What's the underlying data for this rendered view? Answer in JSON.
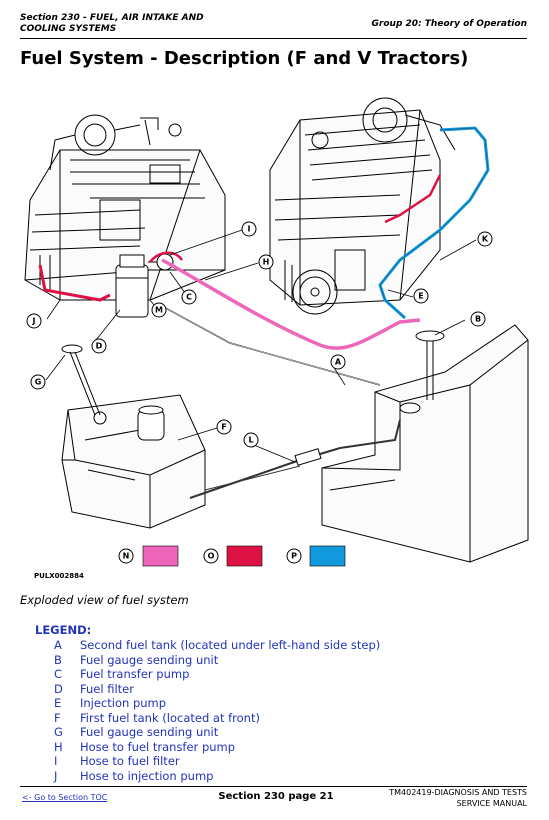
{
  "header": {
    "section": "Section 230 - FUEL, AIR INTAKE AND COOLING SYSTEMS",
    "group": "Group 20: Theory of Operation"
  },
  "title": "Fuel System - Description (F and V Tractors)",
  "figure": {
    "id": "PULX002884",
    "caption": "Exploded view of fuel system",
    "callouts": [
      "A",
      "B",
      "C",
      "D",
      "E",
      "F",
      "G",
      "H",
      "I",
      "J",
      "K",
      "L",
      "M"
    ],
    "swatches": [
      {
        "letter": "N",
        "color": "#ee66bb"
      },
      {
        "letter": "O",
        "color": "#dd1144"
      },
      {
        "letter": "P",
        "color": "#1199dd"
      }
    ]
  },
  "legend": {
    "heading": "LEGEND:",
    "items": [
      {
        "key": "A",
        "text": "Second fuel tank (located under left-hand side step)"
      },
      {
        "key": "B",
        "text": "Fuel gauge sending unit"
      },
      {
        "key": "C",
        "text": "Fuel transfer pump"
      },
      {
        "key": "D",
        "text": "Fuel filter"
      },
      {
        "key": "E",
        "text": "Injection pump"
      },
      {
        "key": "F",
        "text": "First fuel tank (located at front)"
      },
      {
        "key": "G",
        "text": "Fuel gauge sending unit"
      },
      {
        "key": "H",
        "text": "Hose to fuel transfer pump"
      },
      {
        "key": "I",
        "text": "Hose to fuel filter"
      },
      {
        "key": "J",
        "text": "Hose to injection pump"
      }
    ]
  },
  "footer": {
    "toc_link": "<- Go to Section TOC",
    "page": "Section 230 page 21",
    "manual_line1": "TM402419-DIAGNOSIS AND TESTS",
    "manual_line2": "SERVICE MANUAL"
  }
}
